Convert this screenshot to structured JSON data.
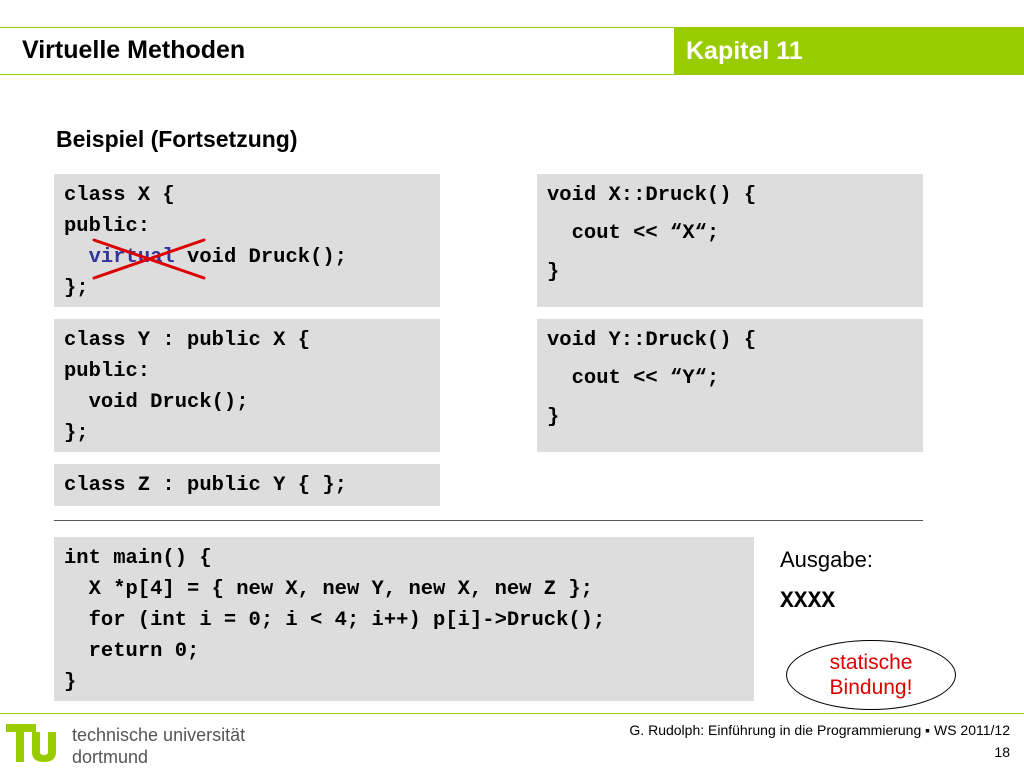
{
  "header": {
    "title": "Virtuelle Methoden",
    "chapter": "Kapitel 11"
  },
  "subtitle": "Beispiel (Fortsetzung)",
  "code": {
    "class_x": [
      "class X {",
      "public:",
      "void Druck();",
      "};"
    ],
    "class_x_virtual_keyword": "virtual",
    "druck_x": [
      "void X::Druck() {",
      "  cout << “X“;",
      "}"
    ],
    "class_y": [
      "class Y : public X {",
      "public:",
      "  void Druck();",
      "};"
    ],
    "druck_y": [
      "void Y::Druck() {",
      "  cout << “Y“;",
      "}"
    ],
    "class_z": [
      "class Z : public Y { };"
    ],
    "main": [
      "int main() {",
      "  X *p[4] = { new X, new Y, new X, new Z };",
      "  for (int i = 0; i < 4; i++) p[i]->Druck();",
      "  return 0;",
      "}"
    ]
  },
  "output": {
    "label": "Ausgabe:",
    "value": "XXXX",
    "note_line1": "statische",
    "note_line2": "Bindung!"
  },
  "footer": {
    "university_line1": "technische universität",
    "university_line2": "dortmund",
    "credit": "G. Rudolph: Einführung in die Programmierung ▪ WS 2011/12",
    "page": "18"
  },
  "colors": {
    "accent": "#99cc00",
    "code_bg": "#dddddd",
    "keyword": "#333399",
    "strike": "#dd0000"
  },
  "icons": {
    "logo": "tu-logo-icon",
    "strike": "red-x-cross-icon"
  }
}
